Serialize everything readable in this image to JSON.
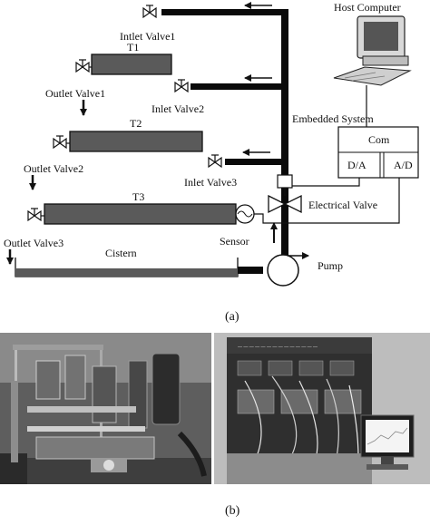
{
  "labels": {
    "host_computer": "Host Computer",
    "inlet_valve1": "Intlet Valve1",
    "t1": "T1",
    "outlet_valve1": "Outlet Valve1",
    "inlet_valve2": "Inlet Valve2",
    "t2": "T2",
    "embedded_system": "Embedded System",
    "com": "Com",
    "da": "D/A",
    "ad": "A/D",
    "outlet_valve2": "Outlet Valve2",
    "inlet_valve3": "Inlet Valve3",
    "t3": "T3",
    "electrical_valve": "Electrical Valve",
    "outlet_valve3": "Outlet Valve3",
    "sensor": "Sensor",
    "cistern": "Cistern",
    "pump": "Pump"
  },
  "captions": {
    "a": "(a)",
    "b": "(b)"
  },
  "colors": {
    "ink": "#111111",
    "tank_fill": "#5a5a5a",
    "pipe": "#0a0a0a"
  }
}
